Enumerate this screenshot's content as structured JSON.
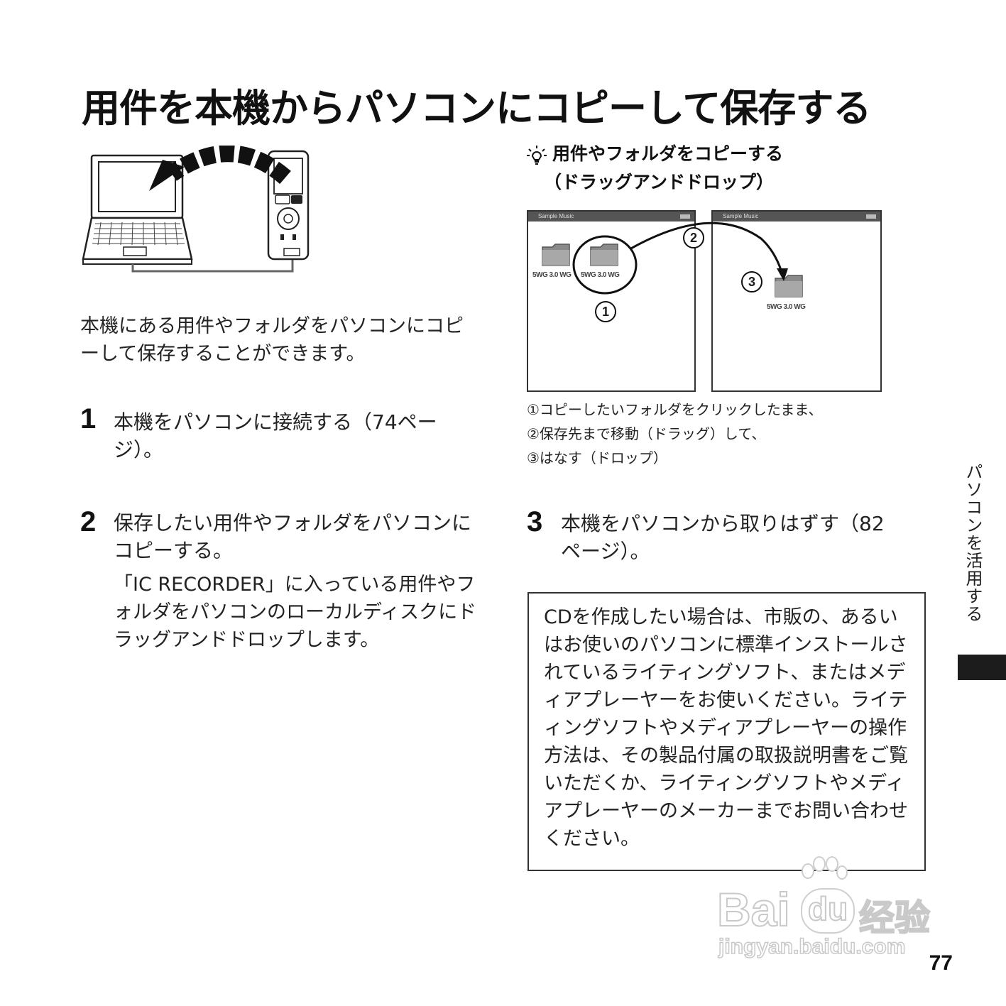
{
  "page": {
    "title": "用件を本機からパソコンにコピーして保存する",
    "intro": "本機にある用件やフォルダをパソコンにコピーして保存することができます。",
    "steps": [
      {
        "num": "1",
        "text": "本機をパソコンに接続する（74ページ）。"
      },
      {
        "num": "2",
        "text": "保存したい用件やフォルダをパソコンにコピーする。",
        "sub": "「IC RECORDER」に入っている用件やフォルダをパソコンのローカルディスクにドラッグアンドドロップします。"
      },
      {
        "num": "3",
        "text": "本機をパソコンから取りはずす（82ページ）。"
      }
    ],
    "tip": {
      "icon": "lightbulb-icon",
      "line1": "用件やフォルダをコピーする",
      "line2": "（ドラッグアンドドロップ）"
    },
    "diagram": {
      "window_title_left": "Sample Music",
      "window_title_right": "Sample Music",
      "folder_label": "5WG 3.0 WG",
      "markers": [
        "①",
        "②",
        "③"
      ]
    },
    "captions": [
      "①コピーしたいフォルダをクリックしたまま、",
      "②保存先まで移動（ドラッグ）して、",
      "③はなす（ドロップ）"
    ],
    "note": "CDを作成したい場合は、市販の、あるいはお使いのパソコンに標準インストールされているライティングソフト、またはメディアプレーヤーをお使いください。ライティングソフトやメディアプレーヤーの操作方法は、その製品付属の取扱説明書をご覧いただくか、ライティングソフトやメディアプレーヤーのメーカーまでお問い合わせください。",
    "side_tab": "パソコンを活用する",
    "page_number": "77"
  },
  "watermark": {
    "brand": "Bai",
    "brand_du": "du",
    "brand_cn": "经验",
    "url": "jingyan.baidu.com"
  }
}
